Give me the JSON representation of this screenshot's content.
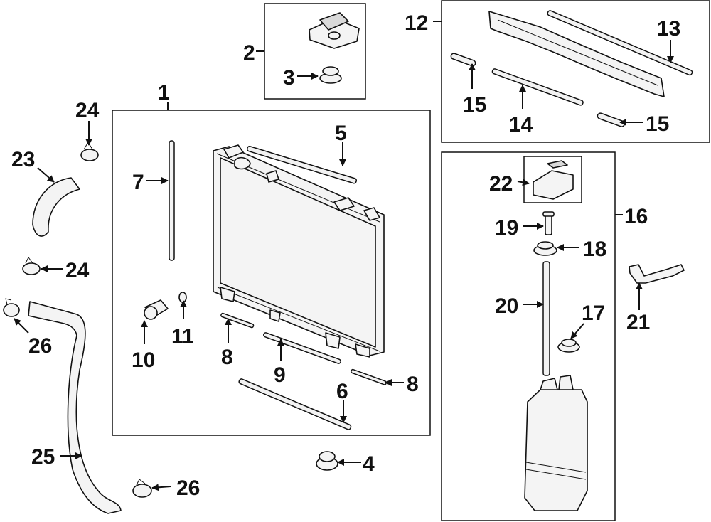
{
  "callouts": {
    "c1": "1",
    "c2": "2",
    "c3": "3",
    "c4": "4",
    "c5": "5",
    "c6": "6",
    "c7": "7",
    "c8a": "8",
    "c8b": "8",
    "c9": "9",
    "c10": "10",
    "c11": "11",
    "c12": "12",
    "c13": "13",
    "c14": "14",
    "c15a": "15",
    "c15b": "15",
    "c16": "16",
    "c17": "17",
    "c18": "18",
    "c19": "19",
    "c20": "20",
    "c21": "21",
    "c22": "22",
    "c23": "23",
    "c24a": "24",
    "c24b": "24",
    "c25": "25",
    "c26a": "26",
    "c26b": "26"
  },
  "colors": {
    "ink": "#111111",
    "part_fill": "#f4f4f4",
    "background": "#ffffff"
  }
}
